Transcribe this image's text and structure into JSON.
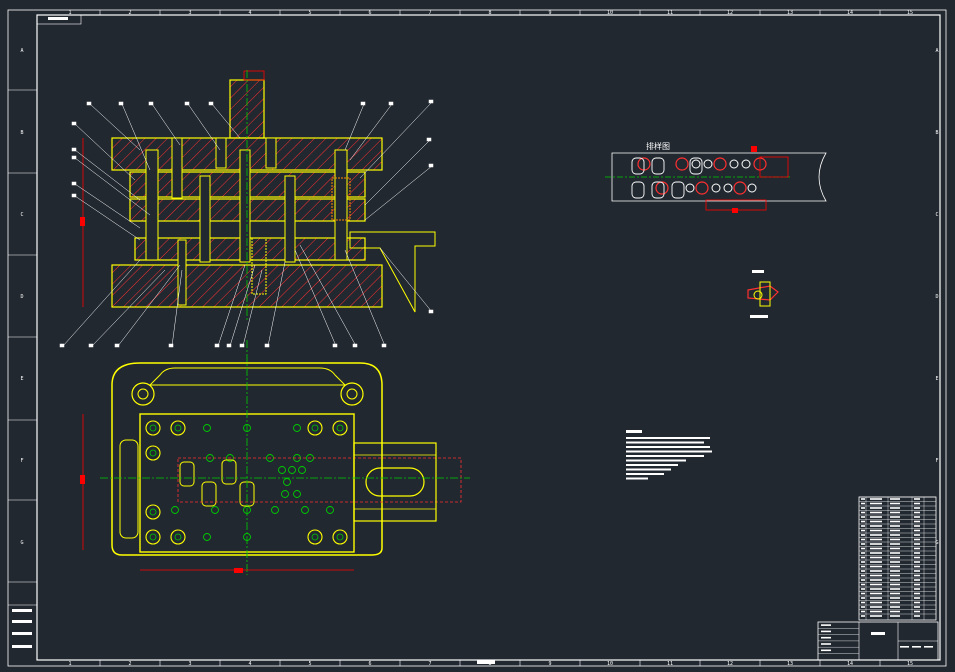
{
  "drawing": {
    "title_block_label": "",
    "layout_view_label": "排样图",
    "colors": {
      "background": "#212830",
      "frame": "#ffffff",
      "outline": "#ffff00",
      "hatch": "#ff3030",
      "centerline": "#00cc00",
      "dimension": "#ff0000"
    },
    "border_numbers_top": [
      "1",
      "2",
      "3",
      "4",
      "5",
      "6",
      "7",
      "8",
      "9",
      "10",
      "11",
      "12",
      "13",
      "14",
      "15"
    ],
    "border_letters_side": [
      "A",
      "B",
      "C",
      "D",
      "E",
      "F",
      "G"
    ]
  }
}
